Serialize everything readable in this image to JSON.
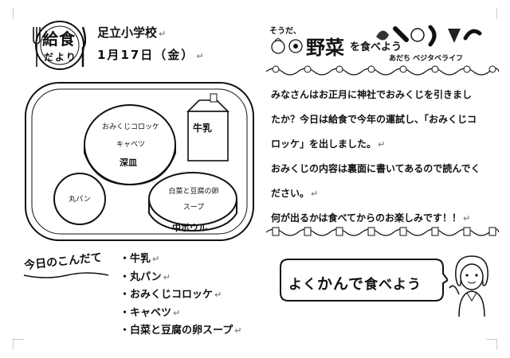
{
  "header": {
    "logo_text_top": "給食",
    "logo_text_bottom": "だより",
    "school_name": "足立小学校",
    "date": "1月17日（金）"
  },
  "banner": {
    "prefix": "そうだ、",
    "highlight": "野菜",
    "suffix": "を食べよう",
    "brand": "あだち ベジタベライフ"
  },
  "tray": {
    "large_plate_line1": "おみくじコロッケ",
    "large_plate_line2": "キャベツ",
    "large_plate_label": "深皿",
    "milk_label": "牛乳",
    "small_plate_text": "丸パン",
    "bowl_line1": "白菜と豆腐の卵",
    "bowl_line2": "スープ",
    "bowl_label": "中ボウル"
  },
  "menu": {
    "heading": "今日のこんだて",
    "items": [
      "牛乳",
      "丸パン",
      "おみくじコロッケ",
      "キャベツ",
      "白菜と豆腐の卵スープ"
    ]
  },
  "article": {
    "lines": [
      "みなさんはお正月に神社でおみくじを引きまし",
      "たか？今日は給食で今年の運試し、「おみくじコ",
      "ロッケ」を出しました。",
      "おみくじの内容は裏面に書いてあるので読んでく",
      "ださい。",
      "何が出るかは食べてからのお楽しみです！！"
    ]
  },
  "motto": {
    "part1": "よく",
    "part2": "かんで",
    "part3": "食べよう"
  }
}
